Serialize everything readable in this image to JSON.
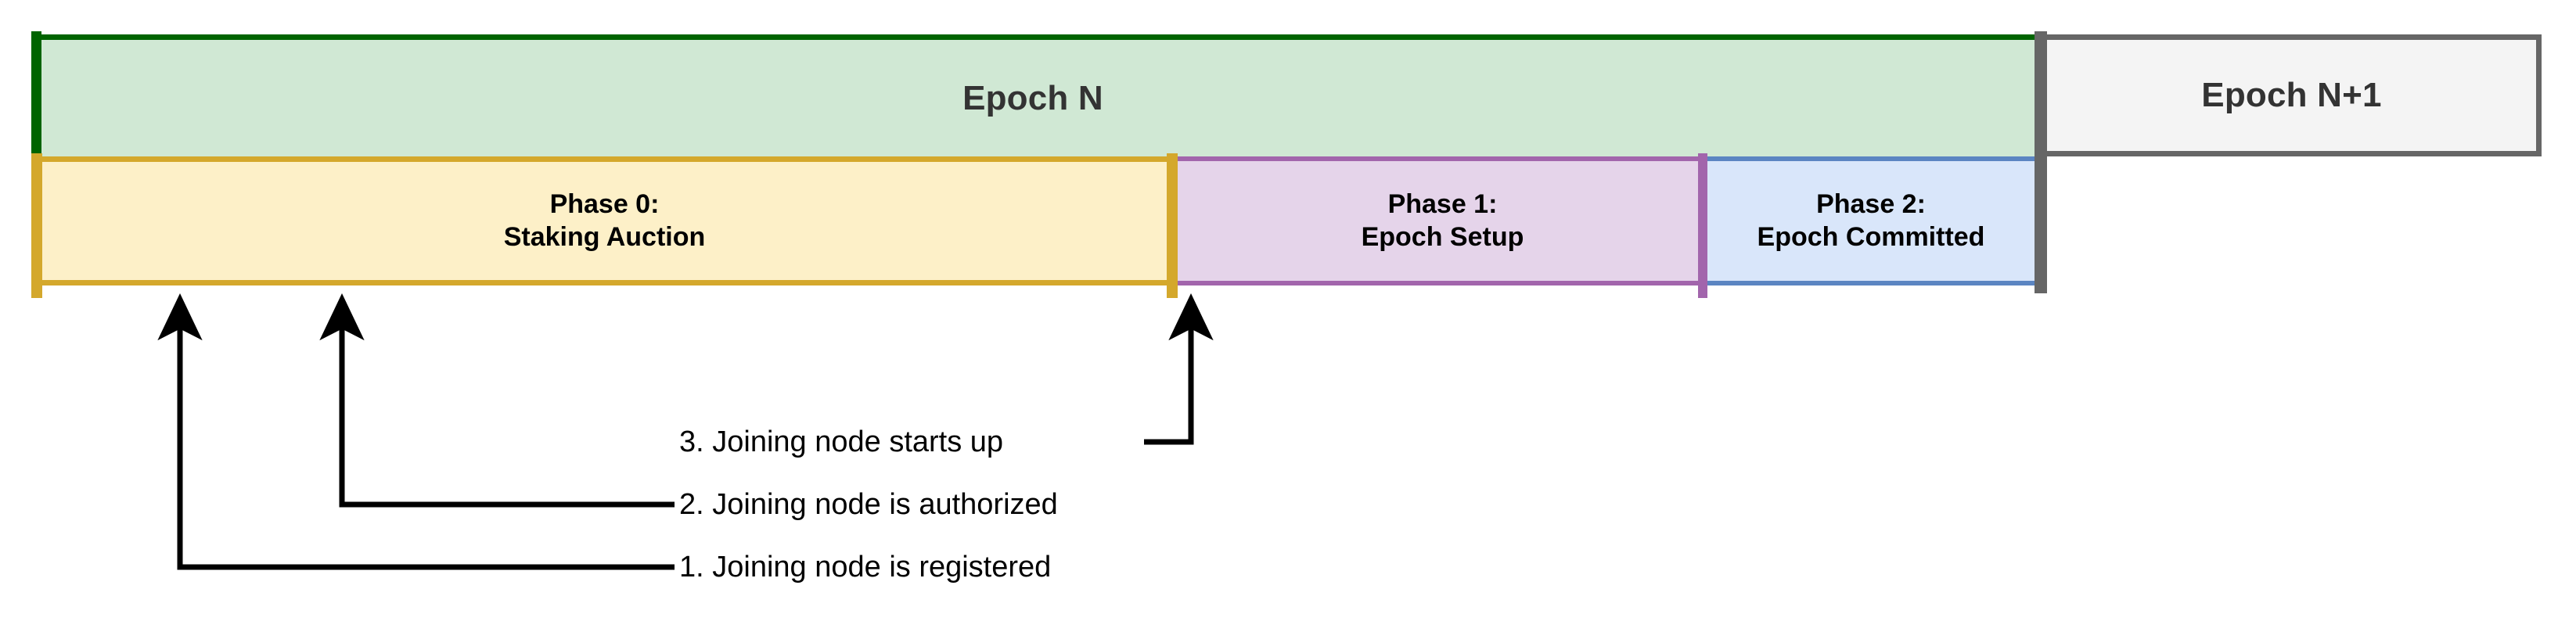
{
  "diagram": {
    "title": "Epoch phase timeline with joining-node milestones",
    "epochs": [
      {
        "id": "epoch-n",
        "label": "Epoch N",
        "fill": "#d0e8d4",
        "border": "#006400"
      },
      {
        "id": "epoch-n1",
        "label": "Epoch N+1",
        "fill": "#f4f4f4",
        "border": "#666666"
      }
    ],
    "phases": [
      {
        "id": "phase-0",
        "number": "Phase 0:",
        "name": "Staking Auction",
        "fill": "#fdf0c8",
        "border": "#d4a82c"
      },
      {
        "id": "phase-1",
        "number": "Phase 1:",
        "name": "Epoch Setup",
        "fill": "#e5d4ea",
        "border": "#a265ac"
      },
      {
        "id": "phase-2",
        "number": "Phase 2:",
        "name": "Epoch Committed",
        "fill": "#d9e6fa",
        "border": "#5b85c2"
      }
    ],
    "annotations": [
      {
        "id": "ann-1",
        "text": "1. Joining node is registered"
      },
      {
        "id": "ann-2",
        "text": "2. Joining node is authorized"
      },
      {
        "id": "ann-3",
        "text": "3. Joining node starts up"
      }
    ],
    "colors": {
      "epoch_n_fill": "#d0e8d4",
      "epoch_n_border": "#006400",
      "epoch_n1_fill": "#f4f4f4",
      "epoch_n1_border": "#666666",
      "phase0_fill": "#fdf0c8",
      "phase0_border": "#d4a82c",
      "phase1_fill": "#e5d4ea",
      "phase1_border": "#a265ac",
      "phase2_fill": "#d9e6fa",
      "phase2_border": "#5b85c2",
      "leader_line": "#000000",
      "text": "#000000",
      "epoch_text": "#333333"
    }
  }
}
